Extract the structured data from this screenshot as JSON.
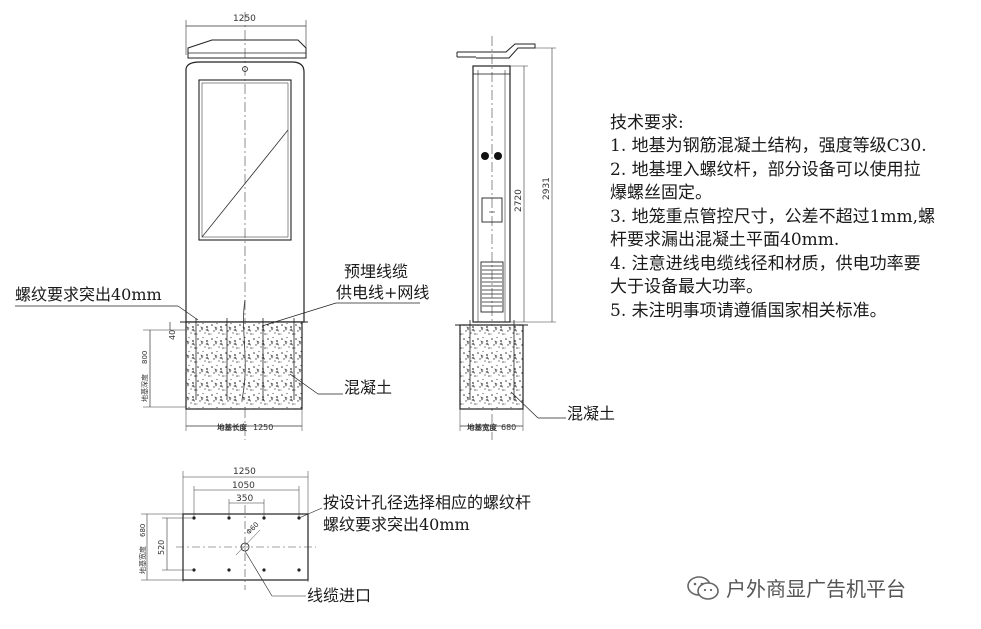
{
  "front_view": {
    "top_width": "1250",
    "thread_note": "螺纹要求突出40mm",
    "cable_note_1": "预埋线缆",
    "cable_note_2": "供电线+网线",
    "protrude": "40",
    "depth_label": "地基深度",
    "depth_value": "800",
    "length_label": "地基长度",
    "length_value": "1250",
    "concrete": "混凝土"
  },
  "side_view": {
    "height_body": "2720",
    "height_total": "2931",
    "width_label": "地基宽度",
    "width_value": "680",
    "concrete": "混凝土"
  },
  "plan_view": {
    "overall": "1250",
    "bolt_span": "1050",
    "inner_span": "350",
    "hole_diameter": "Φ60",
    "side_label": "地基宽度",
    "side_value": "680",
    "bolt_depth": "520",
    "bolt_note_1": "按设计孔径选择相应的螺纹杆",
    "bolt_note_2": "螺纹要求突出40mm",
    "cable_inlet": "线缆进口"
  },
  "requirements": {
    "title": "技术要求:",
    "lines": [
      "1. 地基为钢筋混凝土结构，强度等级C30.",
      "2. 地基埋入螺纹杆，部分设备可以使用拉",
      "爆螺丝固定。",
      "3. 地笼重点管控尺寸，公差不超过1mm,螺",
      "杆要求漏出混凝土平面40mm.",
      "4. 注意进线电缆线径和材质，供电功率要",
      "大于设备最大功率。",
      "5. 未注明事项请遵循国家相关标准。"
    ]
  },
  "watermark": "户外商显广告机平台"
}
